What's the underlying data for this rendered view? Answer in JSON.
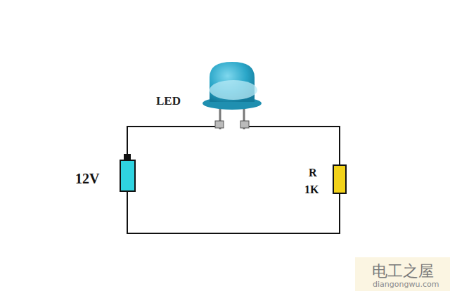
{
  "diagram": {
    "labels": [
      "LED",
      "12V",
      "R",
      "1K",
      "电工之屋",
      "diangongwu.com"
    ]
  }
}
